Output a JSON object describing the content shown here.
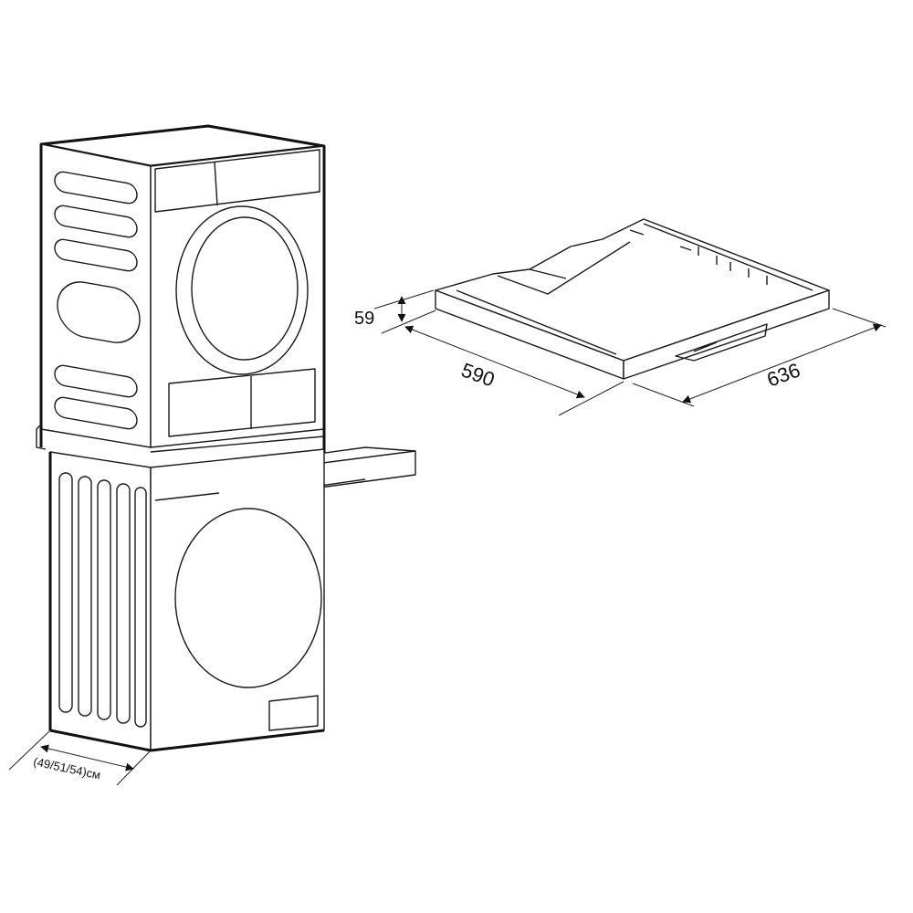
{
  "dimensions": {
    "pedestal_height": "59",
    "pedestal_width": "590",
    "pedestal_depth": "636",
    "stack_depth": "(49/51/54)см"
  },
  "colors": {
    "line": "#1a1a1a",
    "background": "#ffffff"
  }
}
